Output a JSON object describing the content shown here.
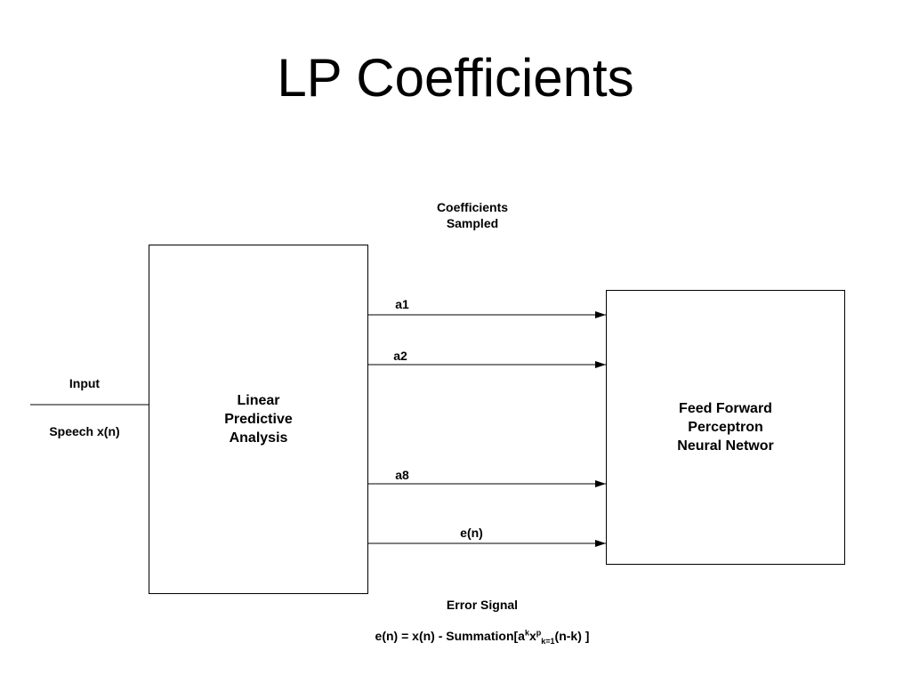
{
  "title": "LP Coefficients",
  "header_label": {
    "line1": "Coefficients",
    "line2": "Sampled"
  },
  "input": {
    "label_top": "Input",
    "label_bottom": "Speech x(n)"
  },
  "lpa_box": {
    "lines": [
      "Linear",
      "Predictive",
      "Analysis"
    ]
  },
  "nn_box": {
    "lines": [
      "Feed Forward",
      "Perceptron",
      "Neural Networ"
    ]
  },
  "arrows": [
    {
      "label": "a1"
    },
    {
      "label": "a2"
    },
    {
      "label": "a8"
    },
    {
      "label": "e(n)"
    }
  ],
  "footer": {
    "error_label": "Error Signal",
    "formula": {
      "prefix": "e(n) = x(n) - Summation[a",
      "sup1": "k",
      "mid": "x",
      "sup2": "p",
      "sub2": "k=1",
      "suffix": "(n-k) ]"
    }
  },
  "colors": {
    "line": "#000000",
    "background": "#ffffff"
  }
}
